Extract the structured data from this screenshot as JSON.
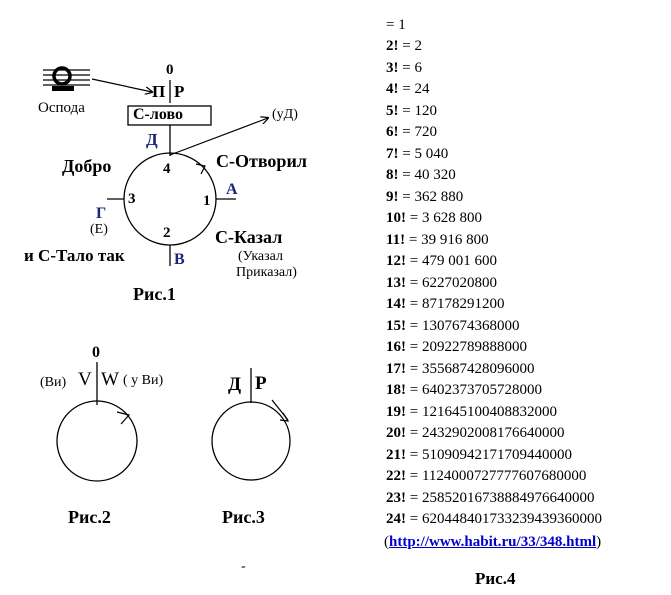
{
  "fig1": {
    "zero": "0",
    "pr_p": "П",
    "pr_r": "Р",
    "ospoda": "Оспода",
    "slovo": "С-лово",
    "ud": "(уД)",
    "d": "Д",
    "dobro": "Добро",
    "sotvoril": "С-Отворил",
    "n4": "4",
    "n3": "3",
    "n1": "1",
    "n2": "2",
    "a": "А",
    "g": "Г",
    "e": "(Е)",
    "skazal": "С-Казал",
    "ukazal": "(Указал",
    "prikazal": "Приказал)",
    "i_stalo": "и С-Тало так",
    "v": "В",
    "caption": "Рис.1"
  },
  "fig2": {
    "zero": "0",
    "vi": "(Ви)",
    "v": "V",
    "w": "W",
    "uvi": "( у Ви)",
    "caption": "Рис.2"
  },
  "fig3": {
    "d": "Д",
    "r": "Р",
    "caption": "Рис.3"
  },
  "fig4": {
    "caption": "Рис.4",
    "link": "http://www.habit.ru/33/348.html",
    "rows": [
      {
        "n": "",
        "v": "= 1"
      },
      {
        "n": "2!",
        "v": " = 2"
      },
      {
        "n": "3!",
        "v": " = 6"
      },
      {
        "n": "4!",
        "v": " = 24"
      },
      {
        "n": "5!",
        "v": " = 120"
      },
      {
        "n": "6!",
        "v": " = 720"
      },
      {
        "n": "7!",
        "v": " = 5 040"
      },
      {
        "n": "8!",
        "v": " = 40 320"
      },
      {
        "n": "9!",
        "v": " = 362 880"
      },
      {
        "n": "10!",
        "v": " = 3 628 800"
      },
      {
        "n": "11!",
        "v": " = 39 916 800"
      },
      {
        "n": "12!",
        "v": " = 479  001  600"
      },
      {
        "n": "13!",
        "v": " = 6227020800"
      },
      {
        "n": "14!",
        "v": " = 87178291200"
      },
      {
        "n": "15!",
        "v": " = 1307674368000"
      },
      {
        "n": "16!",
        "v": " = 20922789888000"
      },
      {
        "n": "17!",
        "v": " = 355687428096000"
      },
      {
        "n": "18!",
        "v": " = 6402373705728000"
      },
      {
        "n": "19!",
        "v": " = 121645100408832000"
      },
      {
        "n": "20!",
        "v": " = 2432902008176640000"
      },
      {
        "n": "21!",
        "v": " = 51090942171709440000"
      },
      {
        "n": "22!",
        "v": " = 1124000727777607680000"
      },
      {
        "n": "23!",
        "v": " = 25852016738884976640000"
      },
      {
        "n": "24!",
        "v": " = 620448401733239439360000"
      }
    ]
  },
  "stray": "-"
}
